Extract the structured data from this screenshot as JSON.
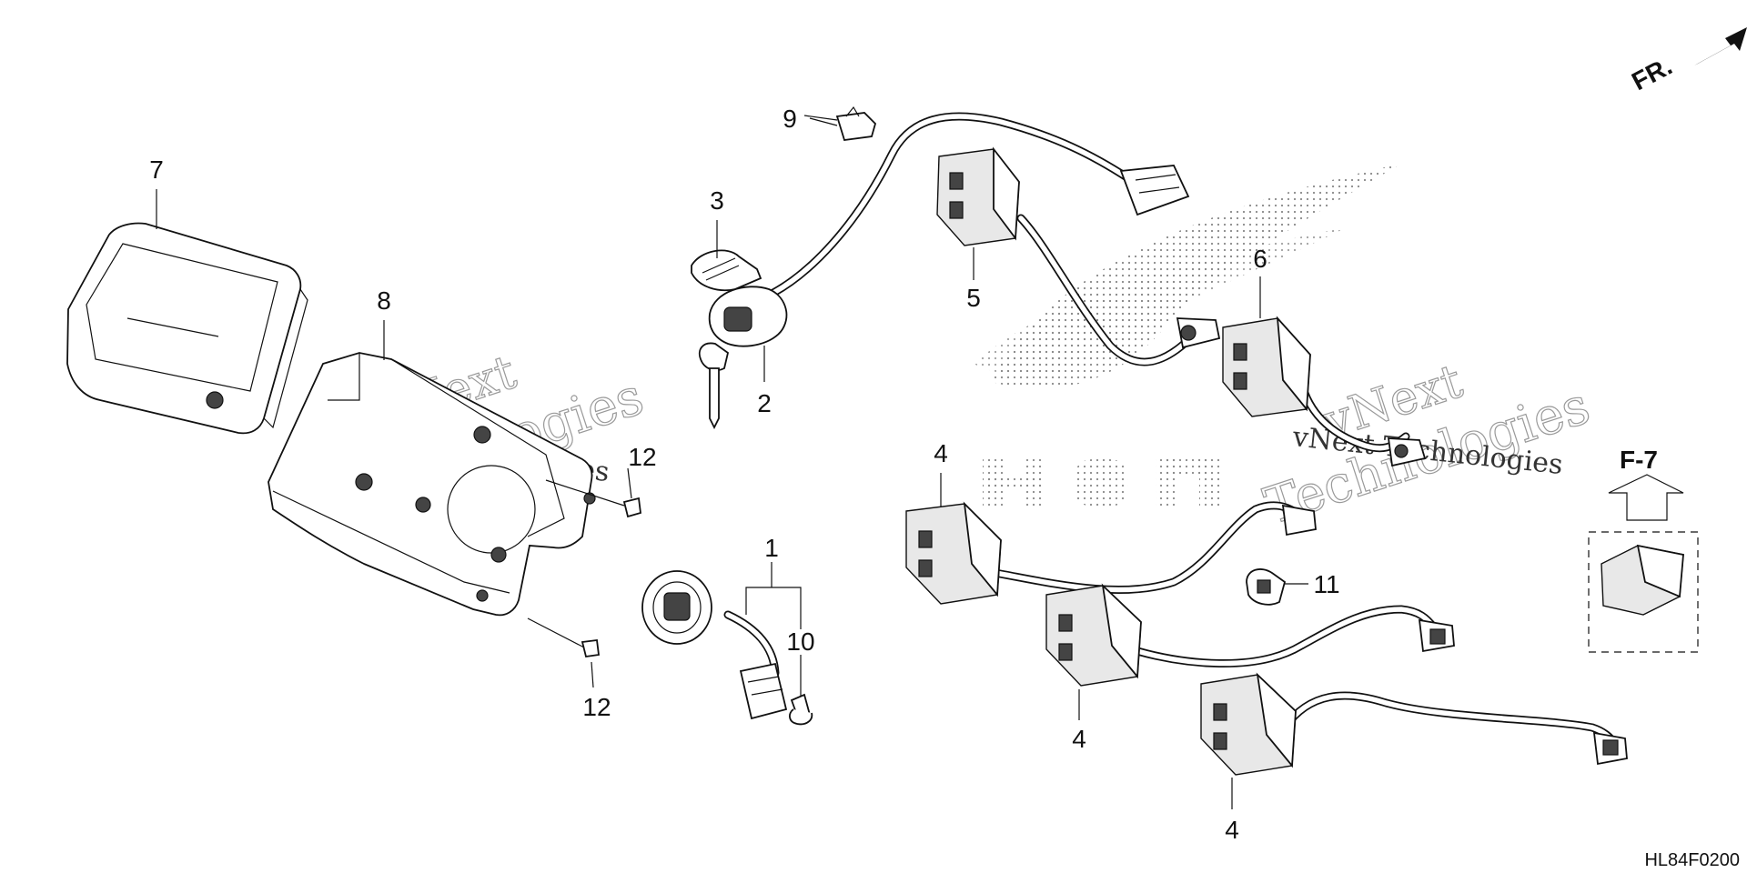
{
  "diagram": {
    "figure_code": "HL84F0200",
    "front_marker": "FR.",
    "ref_marker": "F-7",
    "watermark": {
      "brand": "vNext",
      "sub": "Technologies",
      "full": "vNext Technologies"
    },
    "callouts": {
      "c1": "1",
      "c2": "2",
      "c3": "3",
      "c4a": "4",
      "c4b": "4",
      "c4c": "4",
      "c5": "5",
      "c6": "6",
      "c7": "7",
      "c8": "8",
      "c9": "9",
      "c10": "10",
      "c11": "11",
      "c12a": "12",
      "c12b": "12"
    }
  }
}
